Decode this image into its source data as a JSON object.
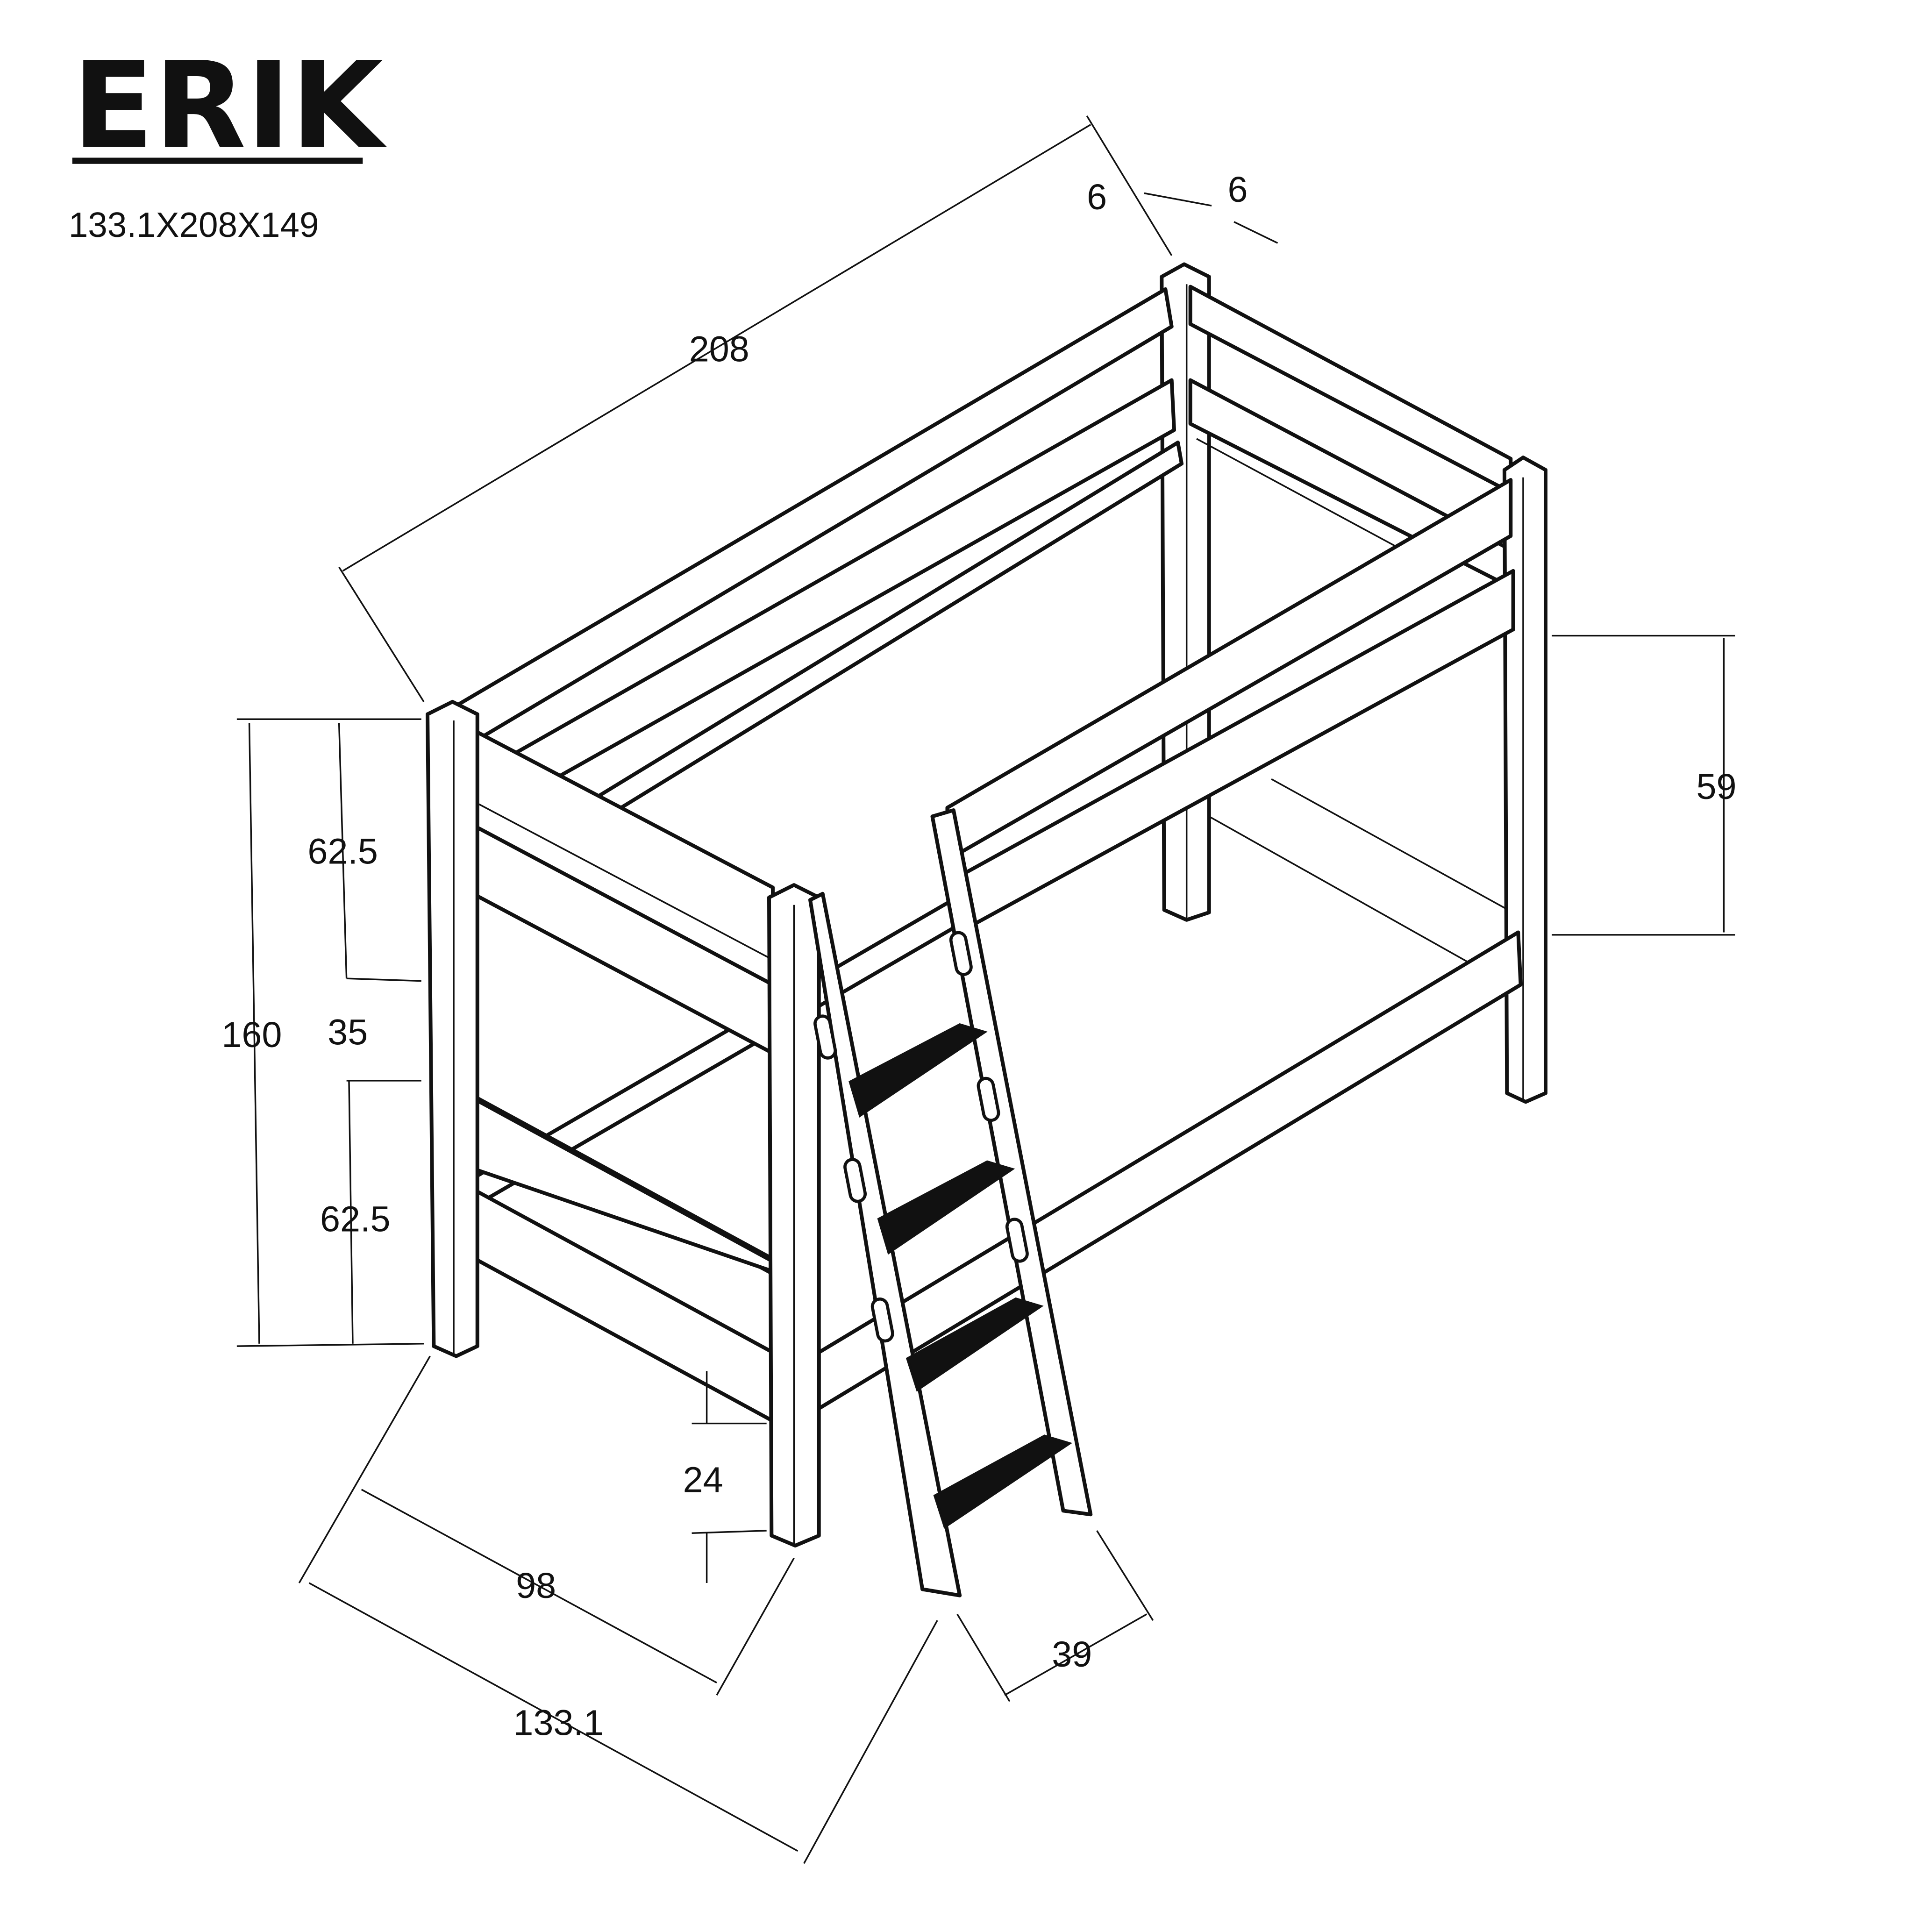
{
  "header": {
    "title": "ERIK",
    "dimensions_summary": "133.1X208X149"
  },
  "dimensions": {
    "length": "208",
    "post_width_a": "6",
    "post_width_b": "6",
    "upper_bunk_height": "62.5",
    "total_height": "160",
    "gap_between_bunks": "35",
    "lower_bunk_height": "62.5",
    "floor_clearance": "24",
    "inner_width": "98",
    "total_width": "133.1",
    "ladder_depth": "39",
    "guard_rail_height": "59"
  }
}
